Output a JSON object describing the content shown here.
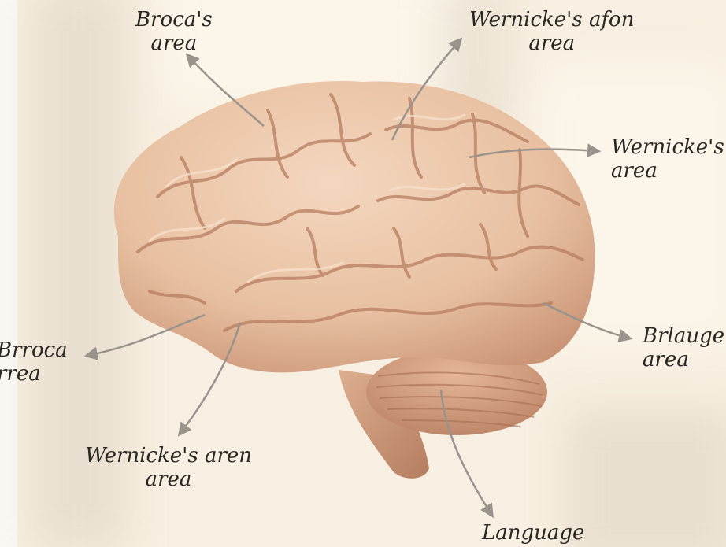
{
  "labels": [
    {
      "line1": "Broca's",
      "line2": "area"
    },
    {
      "line1": "Wernicke's afon",
      "line2": "area"
    },
    {
      "line1": "Wernicke's",
      "line2": "area"
    },
    {
      "line1": "Brroca",
      "line2": "rrea"
    },
    {
      "line1": "Brlauge",
      "line2": "area"
    },
    {
      "line1": "Wernicke's aren",
      "line2": "area"
    },
    {
      "line1": "Language",
      "line2": ""
    }
  ],
  "colors": {
    "background": "#f7efe1",
    "brain": "#e9c3a5",
    "brain_shadow": "#c99375",
    "cerebellum": "#d9a888",
    "arrow": "#9a938b",
    "text": "#2a2622"
  }
}
